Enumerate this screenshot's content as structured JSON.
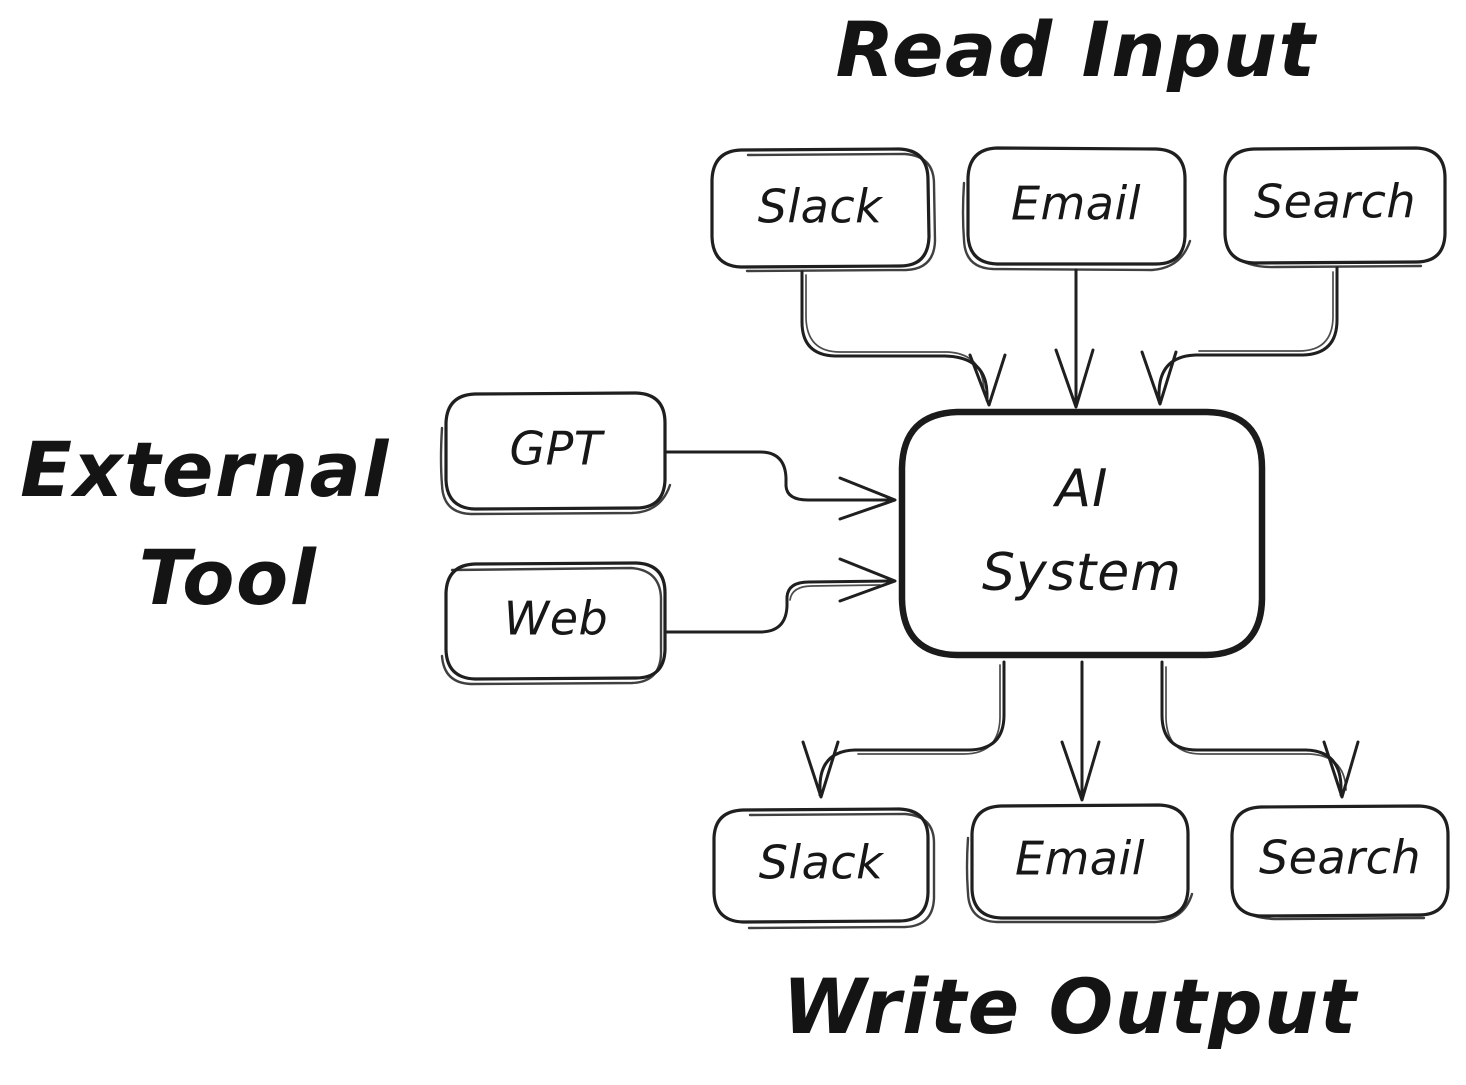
{
  "diagram": {
    "title_read_input": "Read Input",
    "title_write_output": "Write Output",
    "title_external_tool_line1": "External",
    "title_external_tool_line2": "Tool",
    "colors": {
      "background": "#ffffff",
      "stroke": "#1f1f1f",
      "primary_stroke": "#1b1b1b",
      "text": "#171717"
    },
    "read_input_nodes": [
      {
        "id": "input-slack",
        "label": "Slack"
      },
      {
        "id": "input-email",
        "label": "Email"
      },
      {
        "id": "input-search",
        "label": "Search"
      }
    ],
    "external_tool_nodes": [
      {
        "id": "tool-gpt",
        "label": "GPT"
      },
      {
        "id": "tool-web",
        "label": "Web"
      }
    ],
    "central_node": {
      "id": "ai-system",
      "label_line1": "AI",
      "label_line2": "System"
    },
    "write_output_nodes": [
      {
        "id": "output-slack",
        "label": "Slack"
      },
      {
        "id": "output-email",
        "label": "Email"
      },
      {
        "id": "output-search",
        "label": "Search"
      }
    ],
    "edges": [
      {
        "from": "input-slack",
        "to": "ai-system",
        "direction": "down"
      },
      {
        "from": "input-email",
        "to": "ai-system",
        "direction": "down"
      },
      {
        "from": "input-search",
        "to": "ai-system",
        "direction": "down"
      },
      {
        "from": "tool-gpt",
        "to": "ai-system",
        "direction": "right"
      },
      {
        "from": "tool-web",
        "to": "ai-system",
        "direction": "right"
      },
      {
        "from": "ai-system",
        "to": "output-slack",
        "direction": "down"
      },
      {
        "from": "ai-system",
        "to": "output-email",
        "direction": "down"
      },
      {
        "from": "ai-system",
        "to": "output-search",
        "direction": "down"
      }
    ]
  }
}
